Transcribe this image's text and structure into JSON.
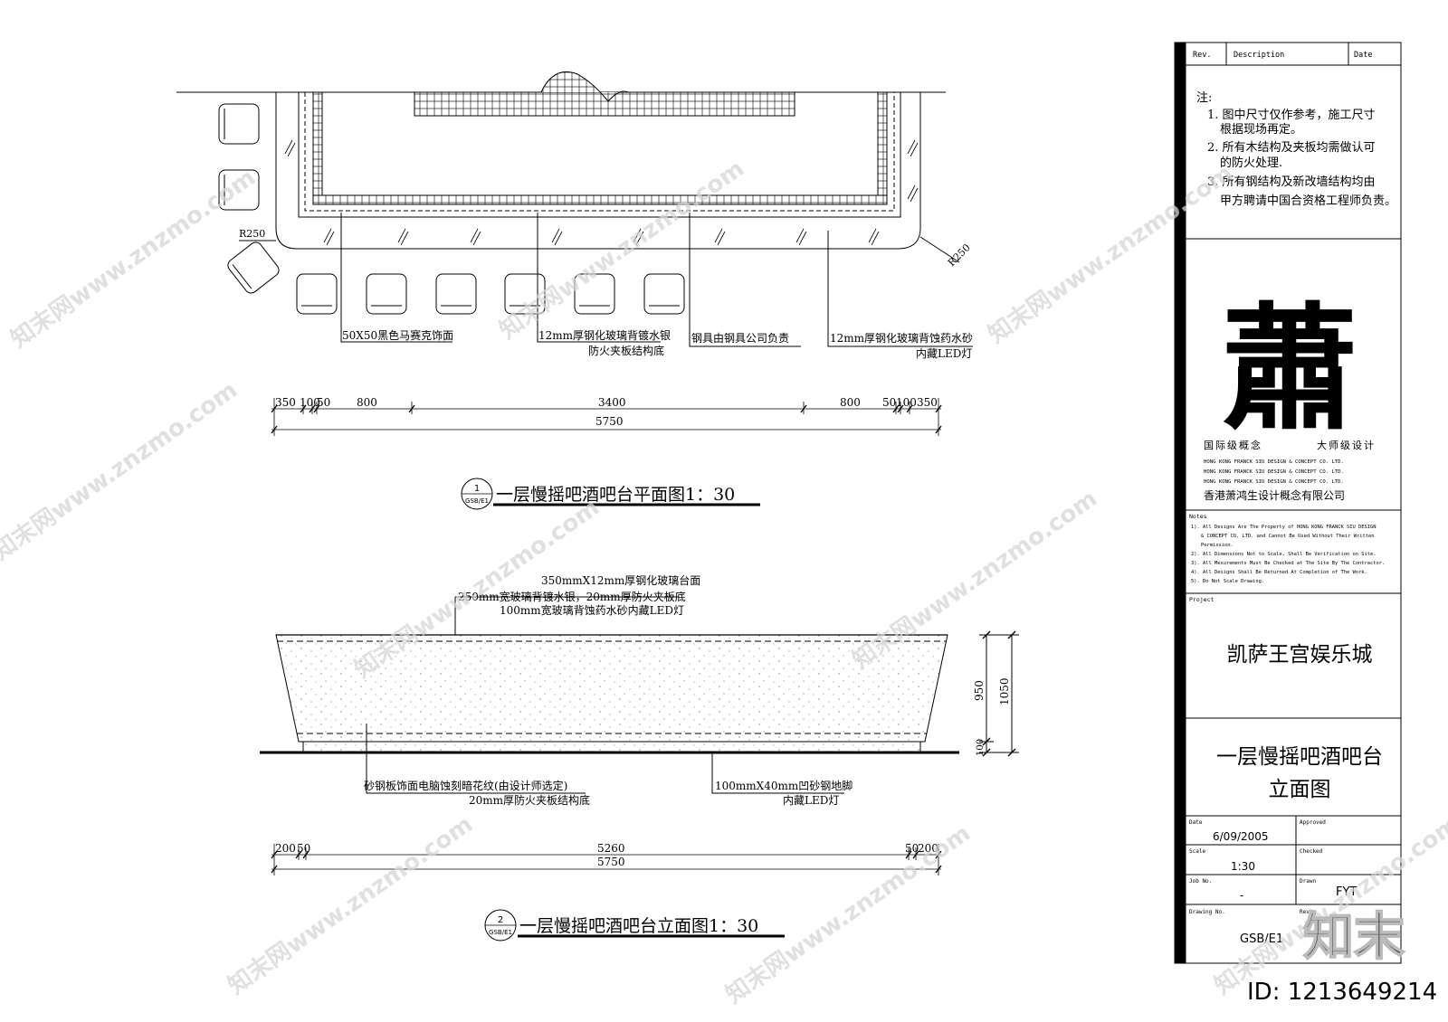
{
  "plan": {
    "title": "一层慢摇吧酒吧台平面图1：30",
    "badge_num": "1",
    "badge_code": "GSB/E1",
    "radius_left": "R250",
    "radius_right": "R250",
    "callouts": [
      {
        "line1": "50X50黑色马赛克饰面",
        "line2": ""
      },
      {
        "line1": "12mm厚钢化玻璃背镀水银",
        "line2": "防火夹板结构底"
      },
      {
        "line1": "钢具由钢具公司负责",
        "line2": ""
      },
      {
        "line1": "12mm厚钢化玻璃背蚀药水砂",
        "line2": "内藏LED灯"
      }
    ],
    "dims": [
      "350",
      "100",
      "50",
      "800",
      "3400",
      "800",
      "50",
      "100",
      "350"
    ],
    "total": "5750"
  },
  "elev": {
    "title": "一层慢摇吧酒吧台立面图1：30",
    "badge_num": "2",
    "badge_code": "GSB/E1",
    "top_notes": [
      "350mmX12mm厚钢化玻璃台面",
      "250mm宽玻璃背镀水银，20mm厚防火夹板底",
      "100mm宽玻璃背蚀药水砂内藏LED灯"
    ],
    "bottom_left": [
      "砂钢板饰面电脑蚀刻暗花纹(由设计师选定)",
      "20mm厚防火夹板结构底"
    ],
    "bottom_right": [
      "100mmX40mm凹砂钢地脚",
      "内藏LED灯"
    ],
    "height_950": "950",
    "height_1050": "1050",
    "height_100": "100",
    "dims": [
      "200",
      "50",
      "5260",
      "50",
      "200"
    ],
    "total": "5750"
  },
  "titleblock": {
    "rev": "Rev.",
    "description": "Description",
    "date_head": "Date",
    "notes_head": "注:",
    "notes": [
      "1. 图中尺寸仅作参考，施工尺寸",
      "根据现场再定。",
      "2. 所有木结构及夹板均需做认可",
      "的防火处理.",
      "3. 所有钢结构及新改墙结构均由",
      "甲方聘请中国合资格工程师负责。"
    ],
    "logo_char": "蕭",
    "slogan_left": "国际级概念",
    "slogan_right": "大师级设计",
    "company_en": [
      "HONG KONG FRANCK SIU DESIGN & CONCEPT CO. LTD.",
      "HONG KONG FRANCK SIU DESIGN & CONCEPT CO. LTD.",
      "HONG KONG FRANCK SIU DESIGN & CONCEPT CO. LTD."
    ],
    "company_cn": "香港萧鸿生设计概念有限公司",
    "notes_en_head": "Notes",
    "notes_en": [
      "1). All Designs Are The Property of HONG KONG FRANCK SIU DESIGN",
      "& CONCEPT CO. LTD. and Cannot Be Used Without Their Written",
      "Permission.",
      "2). All Dimensions Not to Scale, Shall Be Verification on Site.",
      "3). All Mesurements Must Be Checked at The Site By The Contractor.",
      "4). All Designs Shall Be Returned At Completion of The Work.",
      "5). Do Not Scale Drawing."
    ],
    "project_head": "Project",
    "project": "凯萨王宫娱乐城",
    "sheet_line1": "一层慢摇吧酒吧台",
    "sheet_line2": "立面图",
    "date_label": "Date",
    "date": "6/09/2005",
    "approved_label": "Approved",
    "scale_label": "Scale",
    "scale": "1:30",
    "checked_label": "Checked",
    "jobno_label": "Job No.",
    "jobno": "-",
    "drawn_label": "Drawn",
    "drawn": "FYT",
    "drawingno_label": "Drawing No.",
    "rev2_label": "Rev.",
    "drawingno": "GSB/E1"
  },
  "watermark": {
    "brand": "知末",
    "id": "ID: 1213649214",
    "site": "知末网www.znzmo.com"
  }
}
